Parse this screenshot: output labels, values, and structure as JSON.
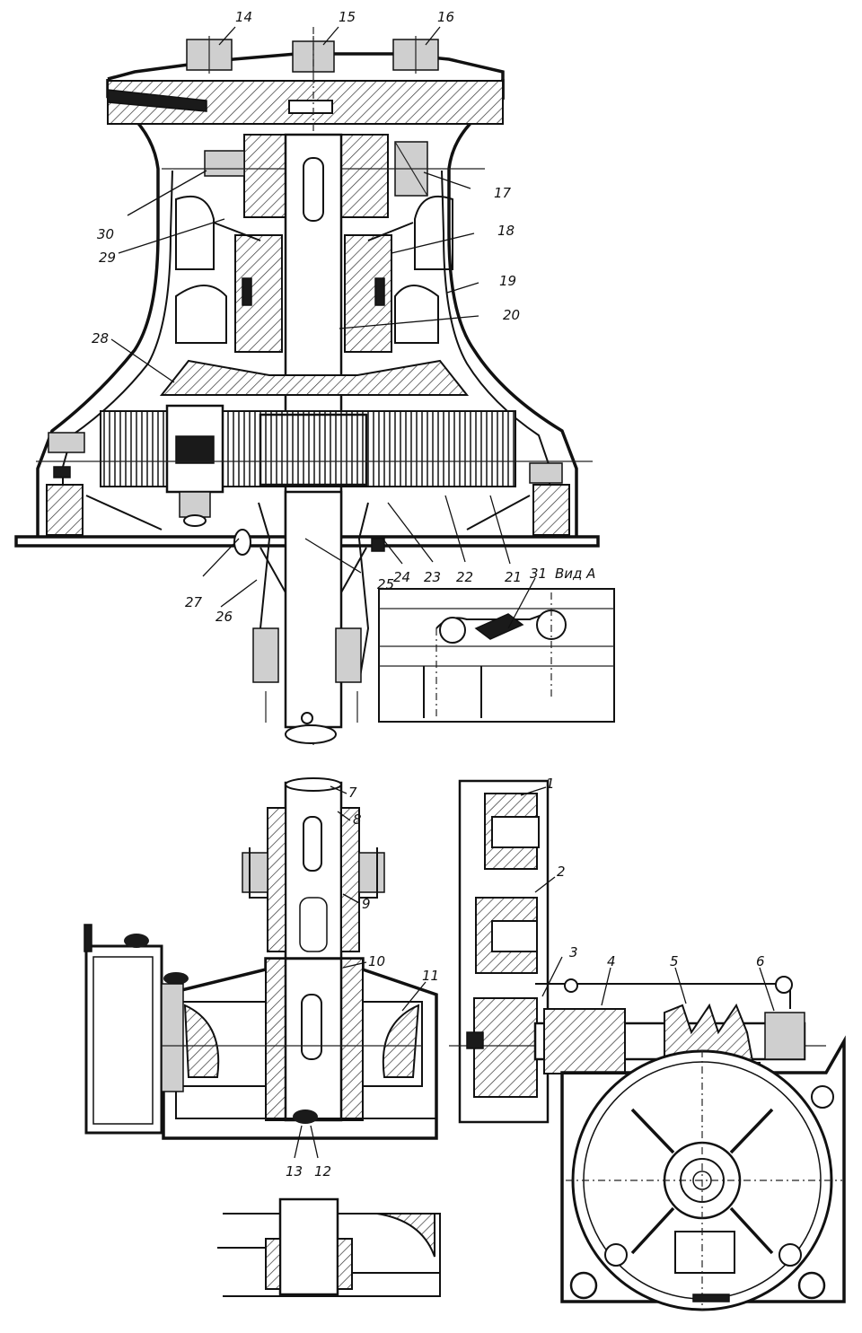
{
  "labels": {
    "l1": "1",
    "l2": "2",
    "l3": "3",
    "l4": "4",
    "l5": "5",
    "l6": "6",
    "l7": "7",
    "l8": "8",
    "l9": "9",
    "l10": "10",
    "l11": "11",
    "l12": "12",
    "l13": "13",
    "l14": "14",
    "l15": "15",
    "l16": "16",
    "l17": "17",
    "l18": "18",
    "l19": "19",
    "l20": "20",
    "l21": "21",
    "l22": "22",
    "l23": "23",
    "l24": "24",
    "l25": "25",
    "l26": "26",
    "l27": "27",
    "l28": "28",
    "l29": "29",
    "l30": "30",
    "l31": "31"
  },
  "view_a_caption": "Вид А"
}
